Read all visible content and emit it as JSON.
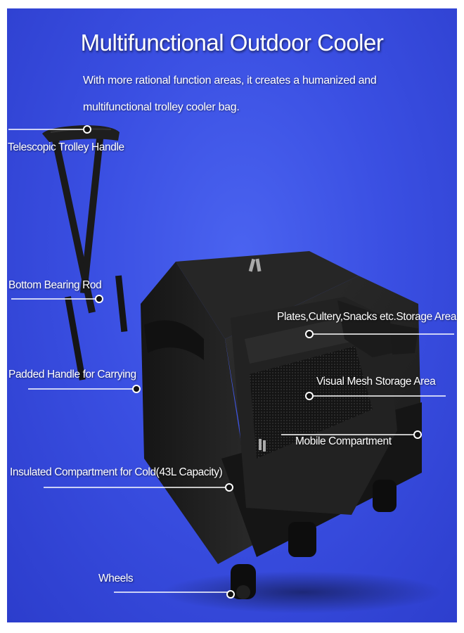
{
  "header": {
    "title": "Multifunctional Outdoor Cooler",
    "subtitle_line1": "With more rational function areas, it creates a humanized  and",
    "subtitle_line2": "multifunctional trolley cooler bag."
  },
  "callouts": {
    "trolley_handle": "Telescopic Trolley Handle",
    "bearing_rod": "Bottom Bearing Rod",
    "padded_handle": "Padded Handle for Carrying",
    "insulated": "Insulated Compartment for Cold(43L Capacity)",
    "wheels": "Wheels",
    "storage_area": "Plates,Cultery,Snacks etc.Storage Area",
    "mesh_area": "Visual Mesh Storage Area",
    "mobile": "Mobile Compartment"
  },
  "colors": {
    "background": "#3a4fe2",
    "bag": "#1c1c1c",
    "text": "#ffffff"
  }
}
